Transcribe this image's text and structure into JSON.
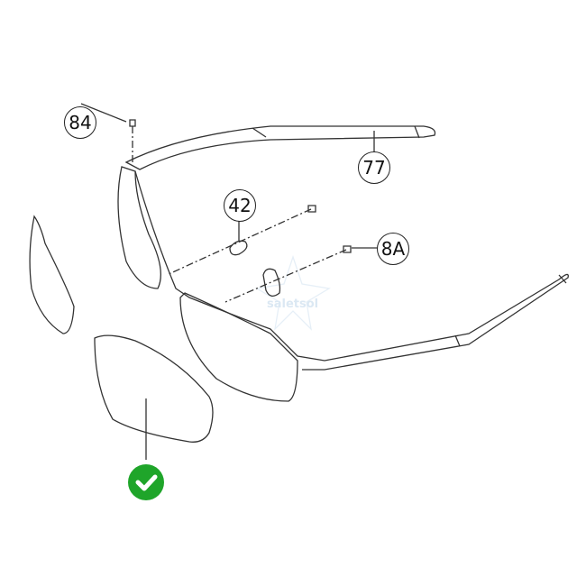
{
  "diagram": {
    "callouts": [
      {
        "id": "84",
        "label": "84"
      },
      {
        "id": "77",
        "label": "77"
      },
      {
        "id": "42",
        "label": "42"
      },
      {
        "id": "8A",
        "label": "8A"
      }
    ],
    "watermark": "saletsol",
    "selected_part_icon": "check-circle-icon",
    "colors": {
      "line": "#333333",
      "check": "#1fa52a",
      "watermark": "#dbe8f3"
    }
  }
}
